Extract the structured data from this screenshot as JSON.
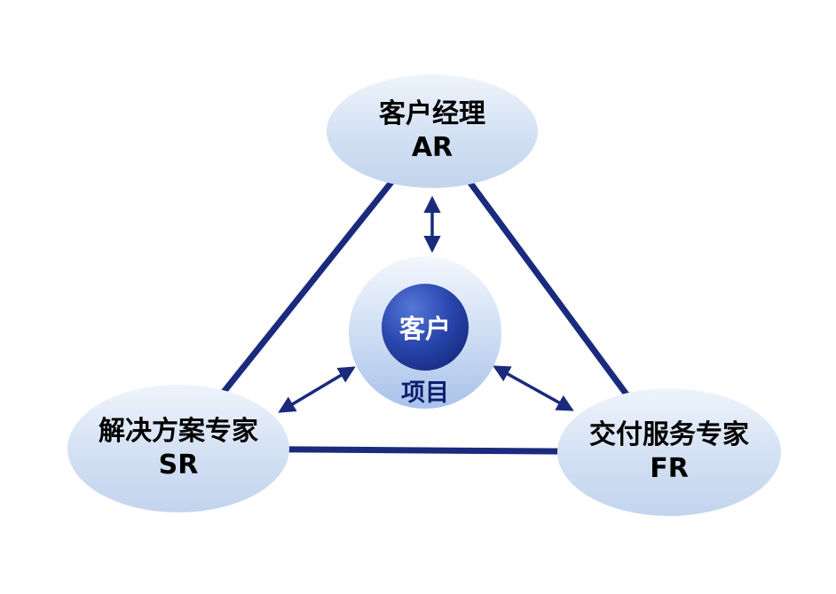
{
  "diagram": {
    "type": "triangle-relationship",
    "nodes": {
      "top": {
        "line1": "客户经理",
        "line2": "AR"
      },
      "left": {
        "line1": "解决方案专家",
        "line2": "SR"
      },
      "right": {
        "line1": "交付服务专家",
        "line2": "FR"
      },
      "center": {
        "inner": "客户",
        "label": "项目"
      }
    },
    "connections": [
      {
        "from": "top",
        "to": "left",
        "style": "thick-line"
      },
      {
        "from": "top",
        "to": "right",
        "style": "thick-line"
      },
      {
        "from": "left",
        "to": "right",
        "style": "thick-line"
      },
      {
        "from": "top",
        "to": "center",
        "style": "double-arrow"
      },
      {
        "from": "left",
        "to": "center",
        "style": "double-arrow"
      },
      {
        "from": "right",
        "to": "center",
        "style": "double-arrow"
      }
    ],
    "colors": {
      "edge": "#1a2b7d",
      "node_fill_light": "#eef4fb",
      "node_fill_dark": "#c2d4ee",
      "center_circle_light": "#f3f7fd",
      "center_circle_dark": "#a9c2ea",
      "customer_circle": "#0e1f6e",
      "customer_text": "#ffffff",
      "project_text": "#0e1f6e",
      "background": "#ffffff"
    }
  }
}
